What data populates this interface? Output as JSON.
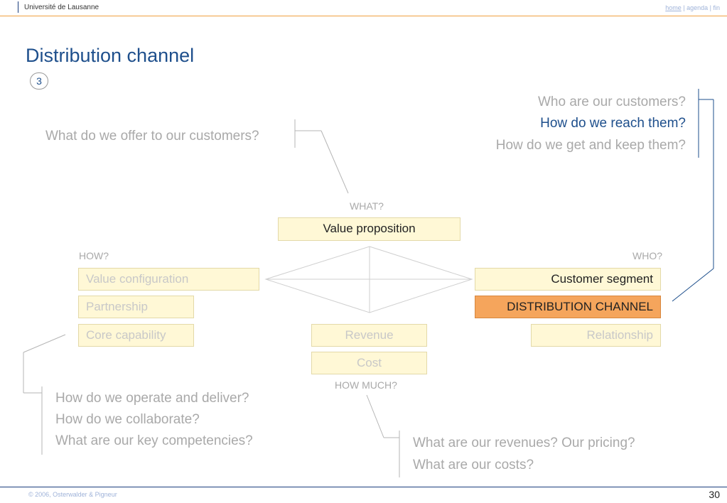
{
  "header": {
    "institution": "Université de Lausanne",
    "nav": {
      "home": "home",
      "sep1": " | ",
      "agenda": "agenda",
      "sep2": " | ",
      "fin": "fin"
    }
  },
  "slide": {
    "title": "Distribution channel",
    "step_badge": "3"
  },
  "questions": {
    "who": [
      "Who are our customers?",
      "How do we reach them?",
      "How do we get and keep them?"
    ],
    "what": "What do we offer to our customers?",
    "how": [
      "How do we operate and deliver?",
      "How do we collaborate?",
      "What are our key competencies?"
    ],
    "how_much": [
      "What are our revenues? Our pricing?",
      "What are our costs?"
    ]
  },
  "labels": {
    "what": "WHAT?",
    "how": "HOW?",
    "who": "WHO?",
    "how_much": "HOW MUCH?"
  },
  "blocks": {
    "value_proposition": "Value proposition",
    "value_configuration": "Value configuration",
    "partnership": "Partnership",
    "core_capability": "Core capability",
    "customer_segment": "Customer segment",
    "distribution_channel": "DISTRIBUTION CHANNEL",
    "relationship": "Relationship",
    "revenue": "Revenue",
    "cost": "Cost"
  },
  "footer": {
    "copyright": "© 2006, Osterwalder & Pigneur",
    "page_number": "30"
  },
  "colors": {
    "title_blue": "#1e4f8c",
    "highlight_orange": "#f5a55c",
    "block_fill": "#fff8d6",
    "muted_text": "#a9a9a9",
    "header_accent": "#f0a040"
  }
}
